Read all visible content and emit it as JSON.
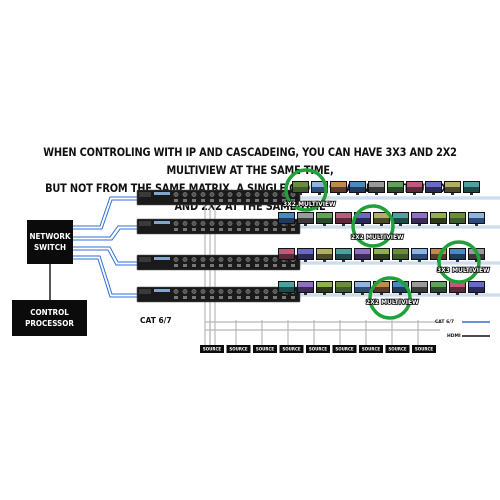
{
  "headline": {
    "line1": "WHEN CONTROLING WITH IP AND CASCADEING, YOU CAN HAVE 3X3 AND 2X2 MULTIVIEW AT THE SAME TIME,",
    "line2": "BUT NOT FROM THE SAME MATRIX.  A SINGLE CLOUD 9 CANNOT OUTPUT 3X3 AND 2X2 AT THE SAME TIME"
  },
  "network_switch": {
    "line1": "NETWORK",
    "line2": "SWITCH"
  },
  "control_processor": {
    "line1": "CONTROL",
    "line2": "PROCESSOR"
  },
  "cat_label": "CAT 6/7",
  "multiview_labels": [
    "3X2 MULTIVIEW",
    "2X2 MULTIVIEW",
    "3X3 MULTIVIEW",
    "2X2 MULTIVIEW"
  ],
  "source_label": "SOURCE",
  "source_count": 9,
  "legend": {
    "items": [
      {
        "label": "CAT 6/7",
        "color": "#2f6fd6"
      },
      {
        "label": "HDMI",
        "color": "#111111"
      }
    ]
  },
  "colors": {
    "highlight": "#1fa038",
    "cat": "#2f6fd6",
    "hdmi": "#111111"
  }
}
